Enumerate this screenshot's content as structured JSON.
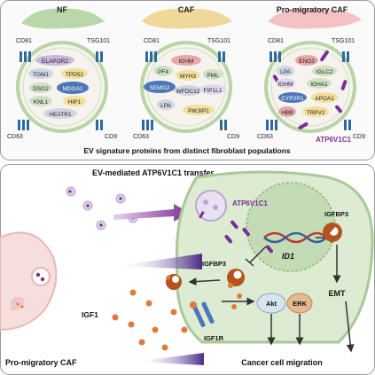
{
  "top": {
    "title": "EV signature proteins from distinct fibroblast populations",
    "panels": [
      {
        "heading": "NF",
        "cd81": "CD81",
        "tsg101": "TSG101",
        "cd63": "CD63",
        "cd9": "CD9",
        "proteins": [
          "ELAPOR2",
          "TGM1",
          "TPD52",
          "DSG2",
          "MDGA1",
          "KNL1",
          "HIP1",
          "HEATR1"
        ]
      },
      {
        "heading": "CAF",
        "cd81": "CD81",
        "tsg101": "TSG101",
        "cd63": "CD63",
        "cd9": "CD9",
        "proteins": [
          "IGHM",
          "PF4",
          "MYH3",
          "PML",
          "SEMG2",
          "WFDC12",
          "FIP1L1",
          "LPA",
          "PIK3IP1"
        ]
      },
      {
        "heading": "Pro-migratory CAF",
        "cd81": "CD81",
        "tsg101": "TSG101",
        "cd63": "CD63",
        "cd9": "CD9",
        "proteins": [
          "ENO3",
          "LPA",
          "IGLC2",
          "IGHM",
          "IGHA1",
          "CYP2R1",
          "APOA1",
          "HBB",
          "TRPV2"
        ],
        "highlight": "ATP6V1C1"
      }
    ]
  },
  "bottom": {
    "transfer_title": "EV-mediated ATP6V1C1 transfer",
    "atp_label": "ATP6V1C1",
    "id1": "ID1",
    "igfbp3_left": "IGFBP3",
    "igfbp3_right": "IGFBP3",
    "igf1": "IGF1",
    "igf1r": "IGF1R",
    "akt": "Akt",
    "erk": "ERK",
    "emt": "EMT",
    "outcome": "Cancer cell migration",
    "source_cell": "Pro-migratory CAF"
  },
  "colors": {
    "accent_purple": "#7b2f95",
    "cell_green": "#dcebd2",
    "nucleus_green": "#c4dcb6",
    "igf_orange": "#e07a3a"
  }
}
